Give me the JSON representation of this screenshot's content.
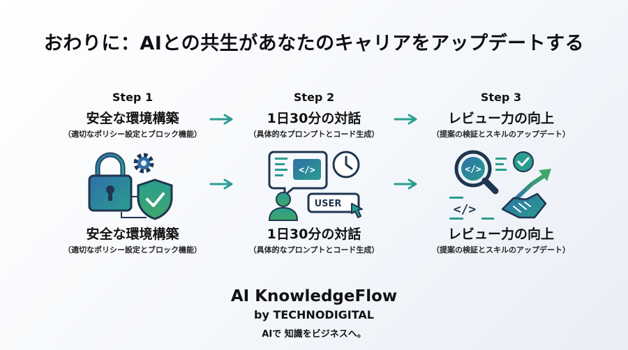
{
  "title": "おわりに：AIとの共生があなたのキャリアをアップデートする",
  "steps": [
    {
      "label": "Step 1",
      "heading": "安全な環境構築",
      "subtitle": "（適切なポリシー設定とブロック機能）",
      "icon": "lock-gear-shield-icon",
      "heading_repeat": "安全な環境構築",
      "subtitle_repeat": "（適切なポリシー設定とブロック機能）"
    },
    {
      "label": "Step 2",
      "heading": "1日30分の対話",
      "subtitle": "（具体的なプロンプトとコード生成）",
      "icon": "code-chat-clock-user-icon",
      "user_badge": "USER",
      "heading_repeat": "1日30分の対話",
      "subtitle_repeat": "（具体的なプロンプトとコード生成）"
    },
    {
      "label": "Step 3",
      "heading": "レビュー力の向上",
      "subtitle": "（提案の検証とスキルのアップデート）",
      "icon": "magnifier-handshake-growth-icon",
      "heading_repeat": "レビュー力の向上",
      "subtitle_repeat": "（提案の検証とスキルのアップデート）"
    }
  ],
  "brand": {
    "name": "AI KnowledgeFlow",
    "by": "by TECHNODIGITAL",
    "tagline": "AIで 知識をビジネスへ。"
  },
  "colors": {
    "teal": "#2a9d8f",
    "blue": "#2f6fa8",
    "green": "#3fa66b",
    "navy": "#1f3550"
  }
}
